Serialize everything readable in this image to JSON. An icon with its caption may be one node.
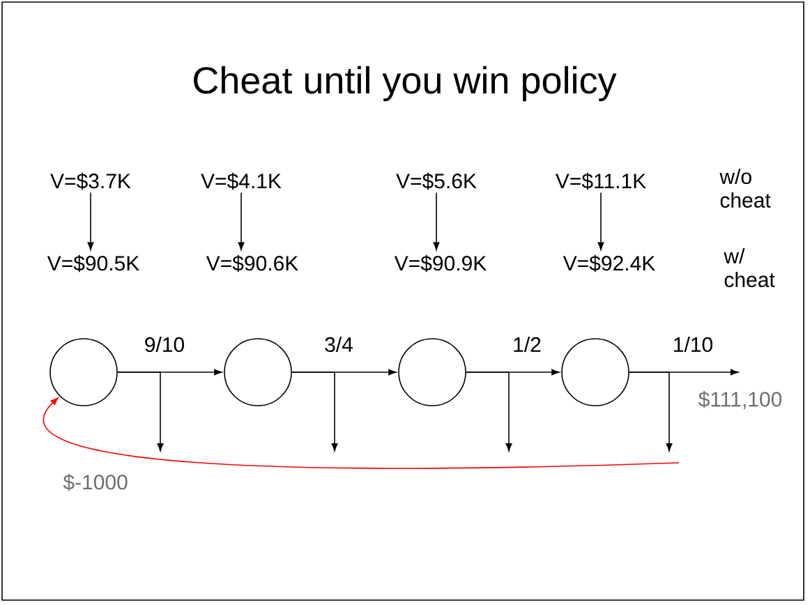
{
  "diagram": {
    "title": "Cheat until you win policy",
    "nodes": [
      {
        "text": [
          "V=$3.7K"
        ]
      },
      {
        "text": [
          "V=$4.1K"
        ]
      },
      {
        "text": [
          "V=$5.6K"
        ]
      },
      {
        "text": [
          "V=$11.1K"
        ]
      },
      {
        "text": [
          "V=$90.5K"
        ]
      },
      {
        "text": [
          "V=$90.6K"
        ]
      },
      {
        "text": [
          "V=$90.9K"
        ]
      },
      {
        "text": [
          "V=$92.4K"
        ]
      },
      {
        "text": [],
        "shape": "circle"
      },
      {
        "text": [],
        "shape": "circle"
      },
      {
        "text": [],
        "shape": "circle"
      },
      {
        "text": [],
        "shape": "circle"
      },
      {
        "text": [
          "$111,100"
        ]
      }
    ],
    "edges": [
      {
        "from": 0,
        "to": 4,
        "arrow": "to"
      },
      {
        "from": 1,
        "to": 5,
        "arrow": "to"
      },
      {
        "from": 2,
        "to": 6,
        "arrow": "to"
      },
      {
        "from": 3,
        "to": 7,
        "arrow": "to"
      },
      {
        "from": 8,
        "to": 9,
        "arrow": "to",
        "label": "9/10"
      },
      {
        "from": 9,
        "to": 10,
        "arrow": "to",
        "label": "3/4"
      },
      {
        "from": 10,
        "to": 11,
        "arrow": "to",
        "label": "1/2"
      },
      {
        "from": 11,
        "to": 12,
        "arrow": "to",
        "label": "1/10"
      },
      {
        "from": 8,
        "to": null,
        "arrow": "to"
      },
      {
        "from": 9,
        "to": null,
        "arrow": "to"
      },
      {
        "from": 10,
        "to": null,
        "arrow": "to"
      },
      {
        "from": 11,
        "to": null,
        "arrow": "to"
      },
      {
        "from": null,
        "to": 8,
        "arrow": "to",
        "color": "#ff0000"
      }
    ],
    "labels": [
      "w/o cheat",
      "w/ cheat",
      "$-1000"
    ]
  }
}
